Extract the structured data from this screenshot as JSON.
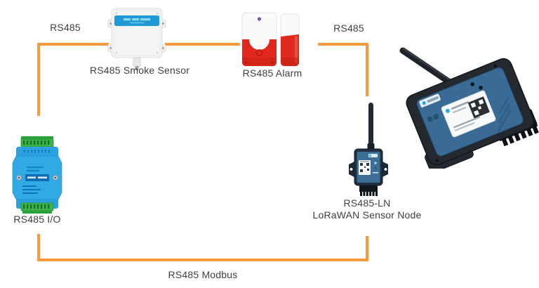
{
  "diagram": {
    "type": "rs485-network-topology",
    "line_color": "#F8993C",
    "text_color": "#3F3F3F",
    "connection_labels": {
      "top_left": "RS485",
      "top_right": "RS485",
      "bottom": "RS485 Modbus"
    },
    "devices": [
      {
        "id": "smoke-sensor",
        "label": "RS485 Smoke Sensor"
      },
      {
        "id": "alarm",
        "label": "RS485 Alarm"
      },
      {
        "id": "io-module",
        "label": "RS485 I/O"
      },
      {
        "id": "lorawan-node",
        "label_line1": "RS485-LN",
        "label_line2": "LoRaWAN Sensor Node"
      },
      {
        "id": "gateway-photo",
        "label": ""
      }
    ],
    "colors": {
      "smoke_sensor_band": "#1F9AD4",
      "alarm_red": "#E2281C",
      "alarm_led_purple": "#7A58A6",
      "io_module_blue": "#2BA2DF",
      "terminal_green": "#3CB24A",
      "node_panel_blue": "#3D6F96",
      "enclosure_dark": "#24292F"
    }
  }
}
